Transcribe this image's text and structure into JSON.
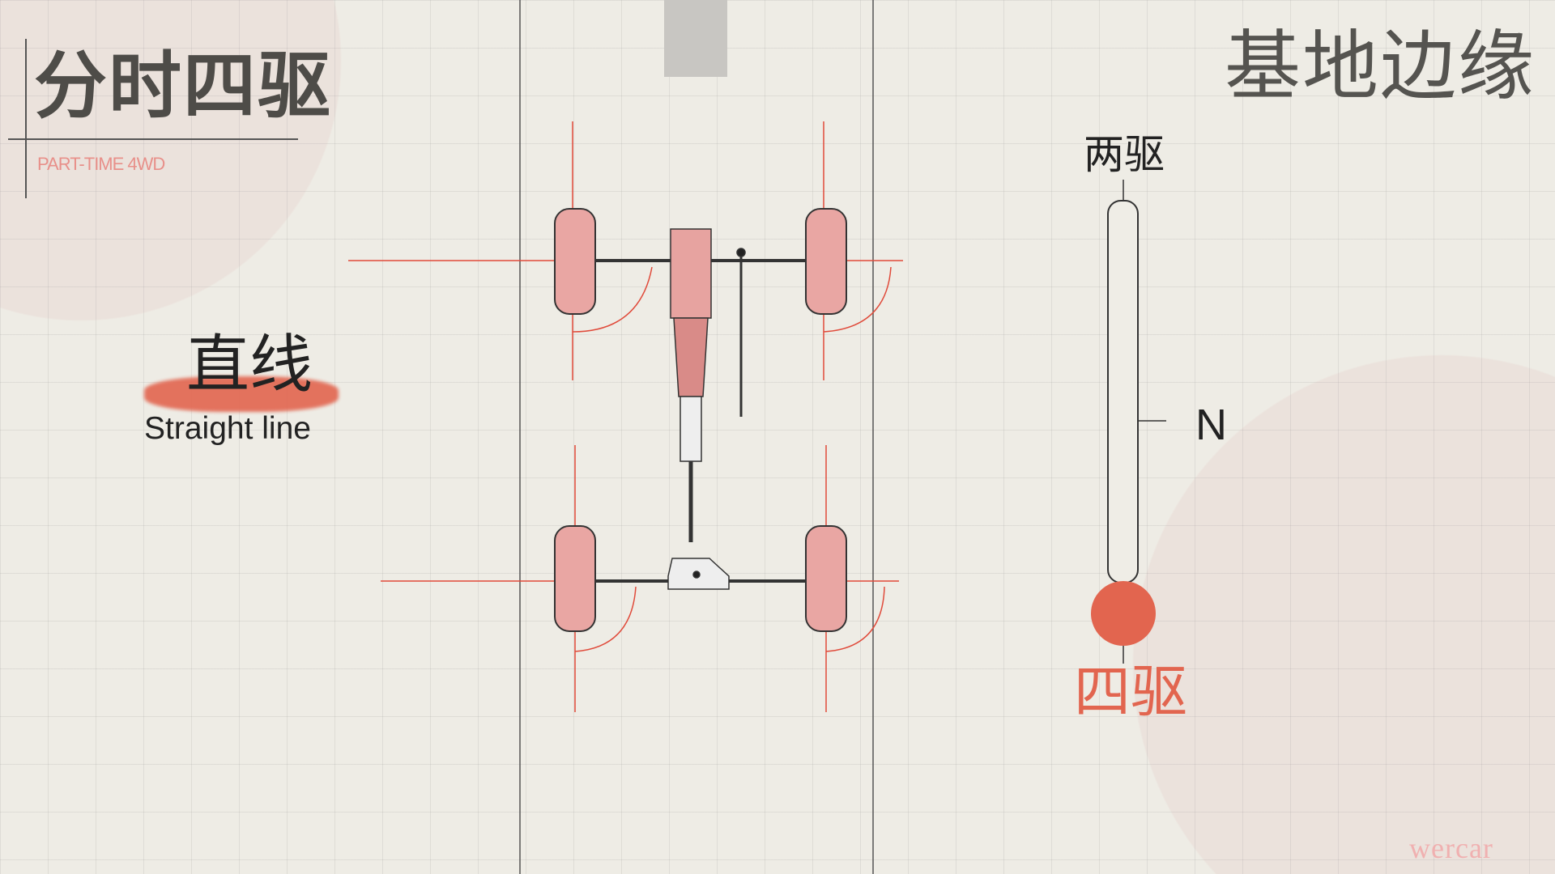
{
  "header": {
    "title_cn": "分时四驱",
    "title_en": "PART-TIME 4WD",
    "right_title": "基地边缘"
  },
  "mode": {
    "label_cn": "直线",
    "label_en": "Straight line"
  },
  "shifter": {
    "top_label": "两驱",
    "middle_label": "N",
    "bottom_label": "四驱",
    "selected": "四驱"
  },
  "colors": {
    "accent": "#e2654f",
    "text": "#4e4c48",
    "background": "#eeece5"
  },
  "watermark": "wercar"
}
